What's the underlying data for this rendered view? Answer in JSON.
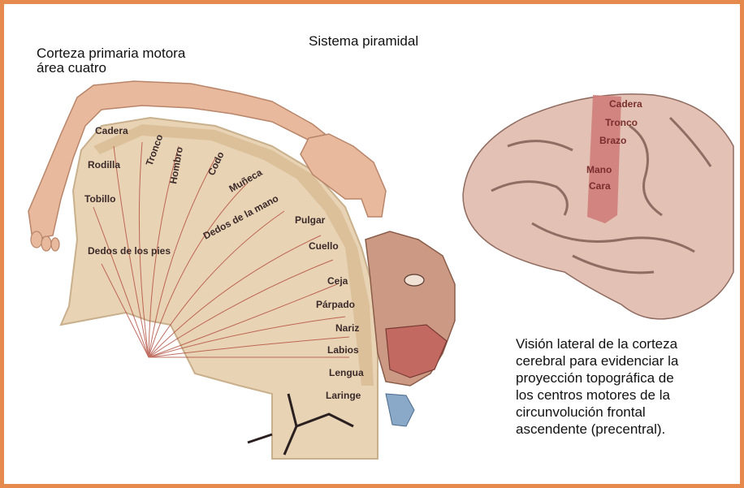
{
  "title": "Sistema piramidal",
  "cortex_title": [
    "Corteza primaria motora",
    "área cuatro"
  ],
  "homunculus_labels": {
    "cadera": "Cadera",
    "tronco": "Tronco",
    "hombro": "Hombro",
    "codo": "Codo",
    "muneca": "Muñeca",
    "rodilla": "Rodilla",
    "tobillo": "Tobillo",
    "dedos_mano": "Dedos de la mano",
    "pulgar": "Pulgar",
    "cuello": "Cuello",
    "dedos_pies": "Dedos de los pies",
    "ceja": "Ceja",
    "parpado": "Párpado",
    "nariz": "Nariz",
    "labios": "Labios",
    "lengua": "Lengua",
    "laringe": "Laringe"
  },
  "brain_labels": {
    "cadera": "Cadera",
    "tronco": "Tronco",
    "brazo": "Brazo",
    "mano": "Mano",
    "cara": "Cara"
  },
  "caption": [
    "Visión lateral de la corteza",
    "cerebral para evidenciar la",
    "proyección topográfica de",
    "los centros motores de la",
    "circunvolución frontal",
    "ascendente (precentral)."
  ],
  "colors": {
    "border": "#e58a4c",
    "cortex": "#e9d3b5",
    "skin": "#e8b99c",
    "fibers": "#b14a3a",
    "brain": "#e3c1b4",
    "motor_strip": "#cf7d7a"
  }
}
